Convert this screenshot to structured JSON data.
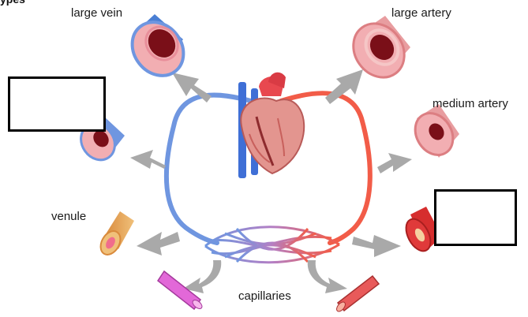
{
  "labels": {
    "large_vein": "large vein",
    "large_artery": "large artery",
    "medium_artery": "medium artery",
    "venule": "venule",
    "capillaries": "capillaries"
  },
  "answer_boxes": [
    "",
    ""
  ],
  "colors": {
    "vein": "#6f96e0",
    "artery": "#f25c48",
    "arrow": "#a9a9a9",
    "vessel_wall_pink": "#f2aeb2",
    "vessel_lumen": "#7a0f18"
  }
}
